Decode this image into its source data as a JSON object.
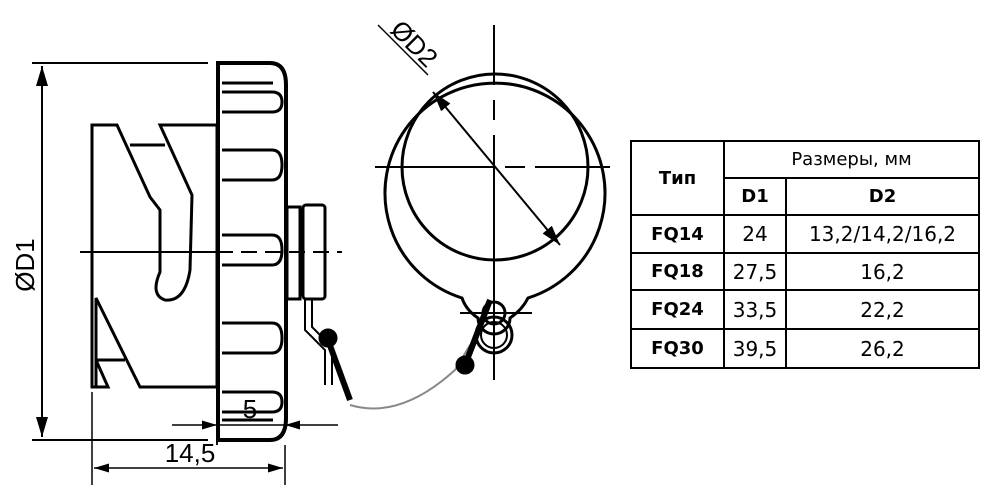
{
  "drawing": {
    "label_d1": "ØD1",
    "label_d2": "ØD2",
    "dim_5": "5",
    "dim_14_5": "14,5"
  },
  "table": {
    "type_header": "Тип",
    "sizes_header": "Размеры, мм",
    "d1_header": "D1",
    "d2_header": "D2",
    "rows": [
      {
        "type": "FQ14",
        "d1": "24",
        "d2": "13,2/14,2/16,2"
      },
      {
        "type": "FQ18",
        "d1": "27,5",
        "d2": "16,2"
      },
      {
        "type": "FQ24",
        "d1": "33,5",
        "d2": "22,2"
      },
      {
        "type": "FQ30",
        "d1": "39,5",
        "d2": "26,2"
      }
    ]
  }
}
